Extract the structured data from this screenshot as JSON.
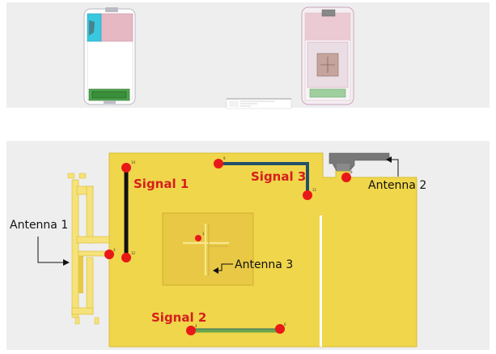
{
  "labels": {
    "signal1": "Signal 1",
    "signal2": "Signal 2",
    "signal3": "Signal 3",
    "antenna1": "Antenna 1",
    "antenna2": "Antenna 2",
    "antenna3": "Antenna 3"
  },
  "port_numbers": {
    "p14": "14",
    "p12": "12",
    "p9": "9",
    "p11": "11",
    "p3": "3",
    "p6": "6",
    "p4": "4",
    "p1": "1",
    "p8": "8"
  },
  "colors": {
    "board": "#f0d64a",
    "board_edge": "#d9bd2c",
    "port": "#e81818",
    "label_red": "#d51e1e",
    "trace_signal1": "#111111",
    "trace_signal2": "#6aa64a",
    "trace_signal3": "#24506a",
    "antenna2": "#787878",
    "background_panel": "#eeeeef"
  }
}
